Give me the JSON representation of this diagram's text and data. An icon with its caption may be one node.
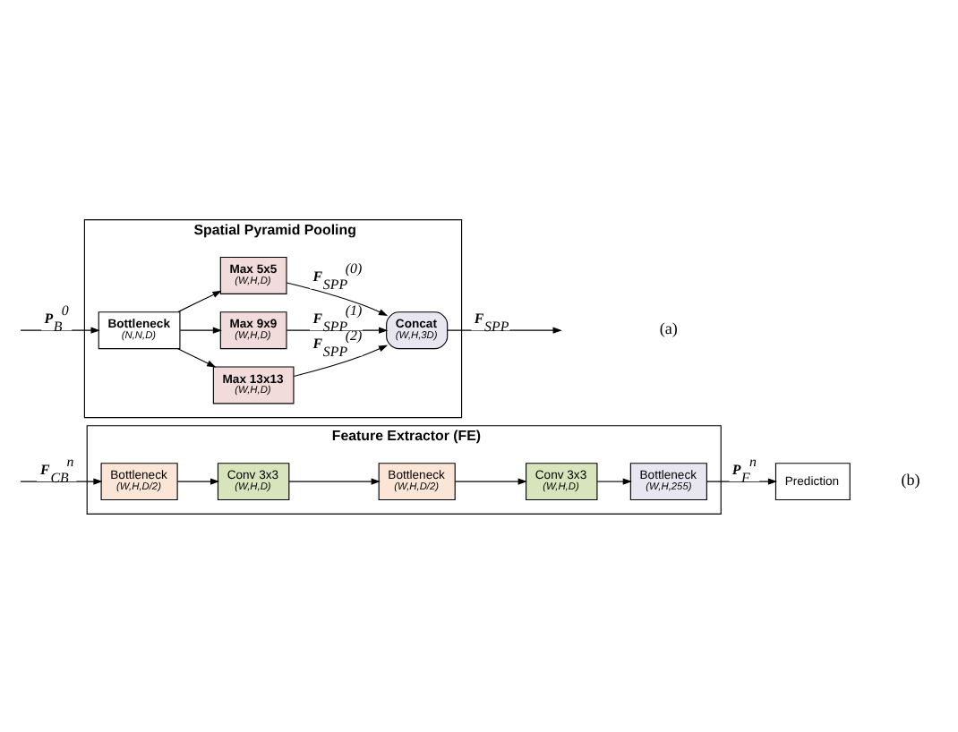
{
  "diagram": {
    "nodes": [
      {
        "text": [
          "Spatial Pyramid Pooling"
        ]
      },
      {
        "text": [
          "Bottleneck",
          "(N,N,D)"
        ],
        "in": 0
      },
      {
        "text": [
          "Max 5x5",
          "(W,H,D)"
        ],
        "in": 0
      },
      {
        "text": [
          "Max 9x9",
          "(W,H,D)"
        ],
        "in": 0
      },
      {
        "text": [
          "Max 13x13",
          "(W,H,D)"
        ],
        "in": 0
      },
      {
        "text": [
          "Concat",
          "(W,H,3D)"
        ],
        "in": 0
      },
      {
        "text": [
          "Feature Extractor (FE)"
        ]
      },
      {
        "text": [
          "Bottleneck",
          "(W,H,D/2)"
        ],
        "in": 6
      },
      {
        "text": [
          "Conv 3x3",
          "(W,H,D)"
        ],
        "in": 6
      },
      {
        "text": [
          "Bottleneck",
          "(W,H,D/2)"
        ],
        "in": 6
      },
      {
        "text": [
          "Conv 3x3",
          "(W,H,D)"
        ],
        "in": 6
      },
      {
        "text": [
          "Bottleneck",
          "(W,H,255)"
        ],
        "in": 6
      },
      {
        "text": [
          "Prediction"
        ]
      }
    ],
    "edges": [
      {
        "from": null,
        "to": 1,
        "arrow": "to",
        "label": "**P**$_{B}$$^{0}$"
      },
      {
        "from": 1,
        "to": 2,
        "arrow": "to"
      },
      {
        "from": 1,
        "to": 3,
        "arrow": "to"
      },
      {
        "from": 1,
        "to": 4,
        "arrow": "to"
      },
      {
        "from": 2,
        "to": 5,
        "arrow": "to",
        "label": "**F**$_{SPP}$$^{(0)}$"
      },
      {
        "from": 3,
        "to": 5,
        "arrow": "to",
        "label": "**F**$_{SPP}$$^{(1)}$"
      },
      {
        "from": 4,
        "to": 5,
        "arrow": "to",
        "label": "**F**$_{SPP}$$^{(2)}$"
      },
      {
        "from": 5,
        "to": null,
        "arrow": "to",
        "label": "**F**$_{SPP}$"
      },
      {
        "from": null,
        "to": 7,
        "arrow": "to",
        "label": "**F**$_{CB}$$^{n}$"
      },
      {
        "from": 7,
        "to": 8,
        "arrow": "to"
      },
      {
        "from": 8,
        "to": 9,
        "arrow": "to"
      },
      {
        "from": 9,
        "to": 10,
        "arrow": "to"
      },
      {
        "from": 10,
        "to": 11,
        "arrow": "to"
      },
      {
        "from": 11,
        "to": 12,
        "arrow": "to",
        "label": "**P**$_{F}$$^{n}$"
      }
    ],
    "labels": [
      "(a)",
      "(b)"
    ]
  }
}
